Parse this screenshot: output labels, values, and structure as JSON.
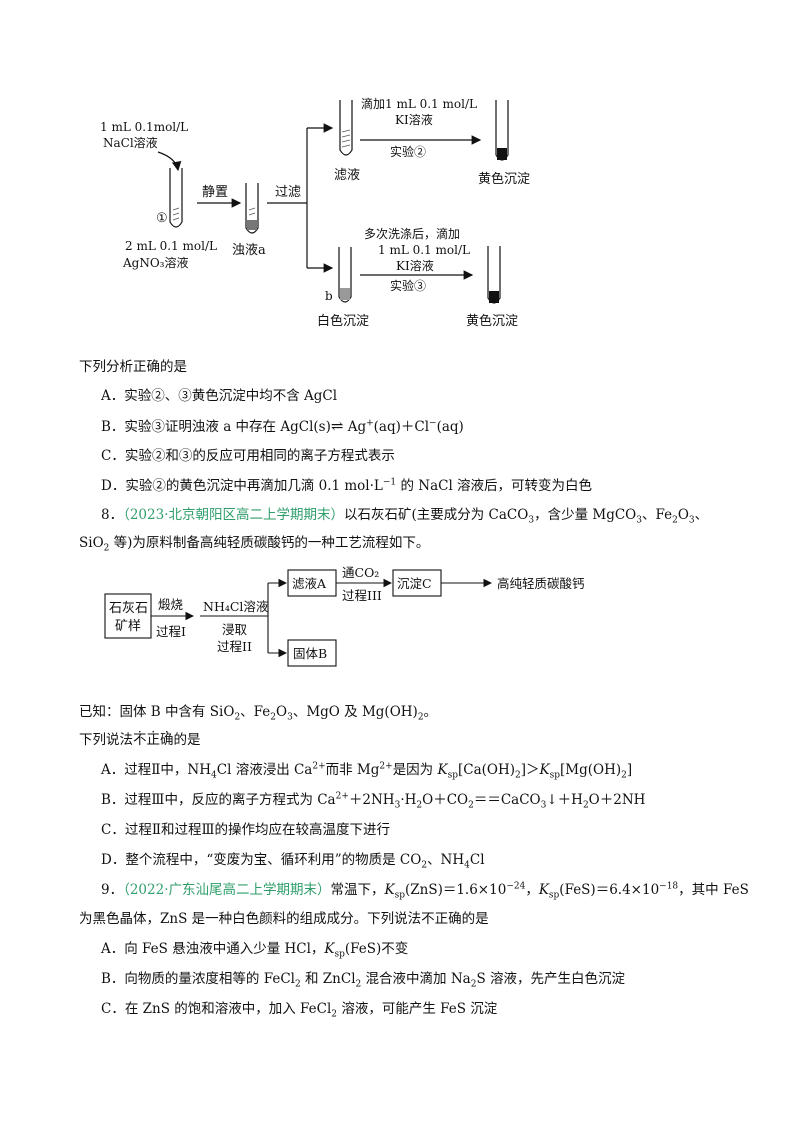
{
  "diagram1": {
    "reagent1_l1": "1 mL 0.1mol/L",
    "reagent1_l2": "NaCl溶液",
    "tube1_label": "①",
    "reagent2_l1": "2 mL 0.1 mol/L",
    "reagent2_l2": "AgNO₃溶液",
    "step_standing": "静置",
    "cloudy_liquid": "浊液a",
    "step_filter": "过滤",
    "filtrate": "滤液",
    "exp2_l1": "滴加1 mL 0.1 mol/L",
    "exp2_l2": "KI溶液",
    "exp2_l3": "实验②",
    "yellow_ppt_top": "黄色沉淀",
    "exp3_l1": "多次洗涤后，滴加",
    "exp3_l2": "1 mL 0.1 mol/L",
    "exp3_l3": "KI溶液",
    "exp3_l4": "实验③",
    "tube_b": "b",
    "white_ppt": "白色沉淀",
    "yellow_ppt_bottom": "黄色沉淀"
  },
  "q7": {
    "stem": "下列分析正确的是",
    "a_pre": "A．实验②、③黄色沉淀中均不含 AgCl",
    "b_pre": "B．实验③证明浊液 a 中存在 AgCl(s)",
    "b_arrow": "⇌",
    "b_mid": " Ag",
    "b_sup1": "+",
    "b_mid2": "(aq)＋Cl",
    "b_sup2": "−",
    "b_end": "(aq)",
    "c": "C．实验②和③的反应可用相同的离子方程式表示",
    "d_pre": "D．实验②的黄色沉淀中再滴加几滴 0.1 mol·L",
    "d_sup": "−1",
    "d_end": " 的 NaCl 溶液后，可转变为白色"
  },
  "q8": {
    "num": "8．",
    "source": "（2023·北京朝阳区高二上学期期末）",
    "stem1_a": "以石灰石矿(主要成分为 CaCO",
    "stem1_s1": "3",
    "stem1_b": "，含少量 MgCO",
    "stem1_s2": "3",
    "stem1_c": "、Fe",
    "stem1_s3": "2",
    "stem1_d": "O",
    "stem1_s4": "3",
    "stem1_e": "、",
    "stem2_a": "SiO",
    "stem2_s1": "2",
    "stem2_b": " 等)为原料制备高纯轻质碳酸钙的一种工艺流程如下。",
    "flow": {
      "ore_l1": "石灰石",
      "ore_l2": "矿样",
      "calcine": "煅烧",
      "process1": "过程I",
      "nh4cl": "NH₄Cl溶液",
      "leach": "浸取",
      "process2": "过程II",
      "filtrateA": "滤液A",
      "pass_co2": "通CO₂",
      "process3": "过程III",
      "pptC": "沉淀C",
      "product": "高纯轻质碳酸钙",
      "solidB": "固体B"
    },
    "known_a": "已知：固体 B 中含有 SiO",
    "known_s1": "2",
    "known_b": "、Fe",
    "known_s2": "2",
    "known_c": "O",
    "known_s3": "3",
    "known_d": "、MgO 及 Mg(OH)",
    "known_s4": "2",
    "known_e": "。",
    "q_pre": "下列说法",
    "q_emph1": "不",
    "q_emph2": "正",
    "q_emph3": "确",
    "q_end": "的是",
    "a_1": "A．过程Ⅱ中，NH",
    "a_s1": "4",
    "a_2": "Cl 溶液浸出 Ca",
    "a_p1": "2+",
    "a_3": "而非 Mg",
    "a_p2": "2+",
    "a_4": "是因为 ",
    "a_K1": "K",
    "a_sp1": "sp",
    "a_5": "[Ca(OH)",
    "a_s2": "2",
    "a_6": "]＞",
    "a_K2": "K",
    "a_sp2": "sp",
    "a_7": "[Mg(OH)",
    "a_s3": "2",
    "a_8": "]",
    "b_1": "B．过程Ⅲ中，反应的离子方程式为 Ca",
    "b_p1": "2+",
    "b_2": "＋2NH",
    "b_s1": "3",
    "b_3": "·H",
    "b_s2": "2",
    "b_4": "O＋CO",
    "b_s3": "2",
    "b_5": "＝＝CaCO",
    "b_s4": "3",
    "b_6": "↓＋H",
    "b_s5": "2",
    "b_7": "O＋2NH",
    "c": "C．过程Ⅱ和过程Ⅲ的操作均应在较高温度下进行",
    "d_1": "D．整个流程中，“变废为宝、循环利用”的物质是 CO",
    "d_s1": "2",
    "d_2": "、NH",
    "d_s2": "4",
    "d_3": "Cl"
  },
  "q9": {
    "num": "9．",
    "source": "（2022·广东汕尾高二上学期期末）",
    "s_1": "常温下，",
    "s_K1": "K",
    "s_sp1": "sp",
    "s_2": "(ZnS)＝1.6×10",
    "s_e1": "−24",
    "s_3": "，",
    "s_K2": "K",
    "s_sp2": "sp",
    "s_4": "(FeS)＝6.4×10",
    "s_e2": "−18",
    "s_5": "，其中 FeS",
    "stem2": "为黑色晶体，ZnS 是一种白色颜料的组成成分。下列说法不正确的是",
    "a_1": "A．向 FeS 悬浊液中通入少量 HCl，",
    "a_K": "K",
    "a_sp": "sp",
    "a_2": "(FeS)不变",
    "b_1": "B．向物质的量浓度相等的 FeCl",
    "b_s1": "2",
    "b_2": " 和 ZnCl",
    "b_s2": "2",
    "b_3": " 混合液中滴加 Na",
    "b_s3": "2",
    "b_4": "S 溶液，先产生白色沉淀",
    "c_1": "C．在 ZnS 的饱和溶液中，加入 FeCl",
    "c_s1": "2",
    "c_2": " 溶液，可能产生 FeS 沉淀"
  }
}
